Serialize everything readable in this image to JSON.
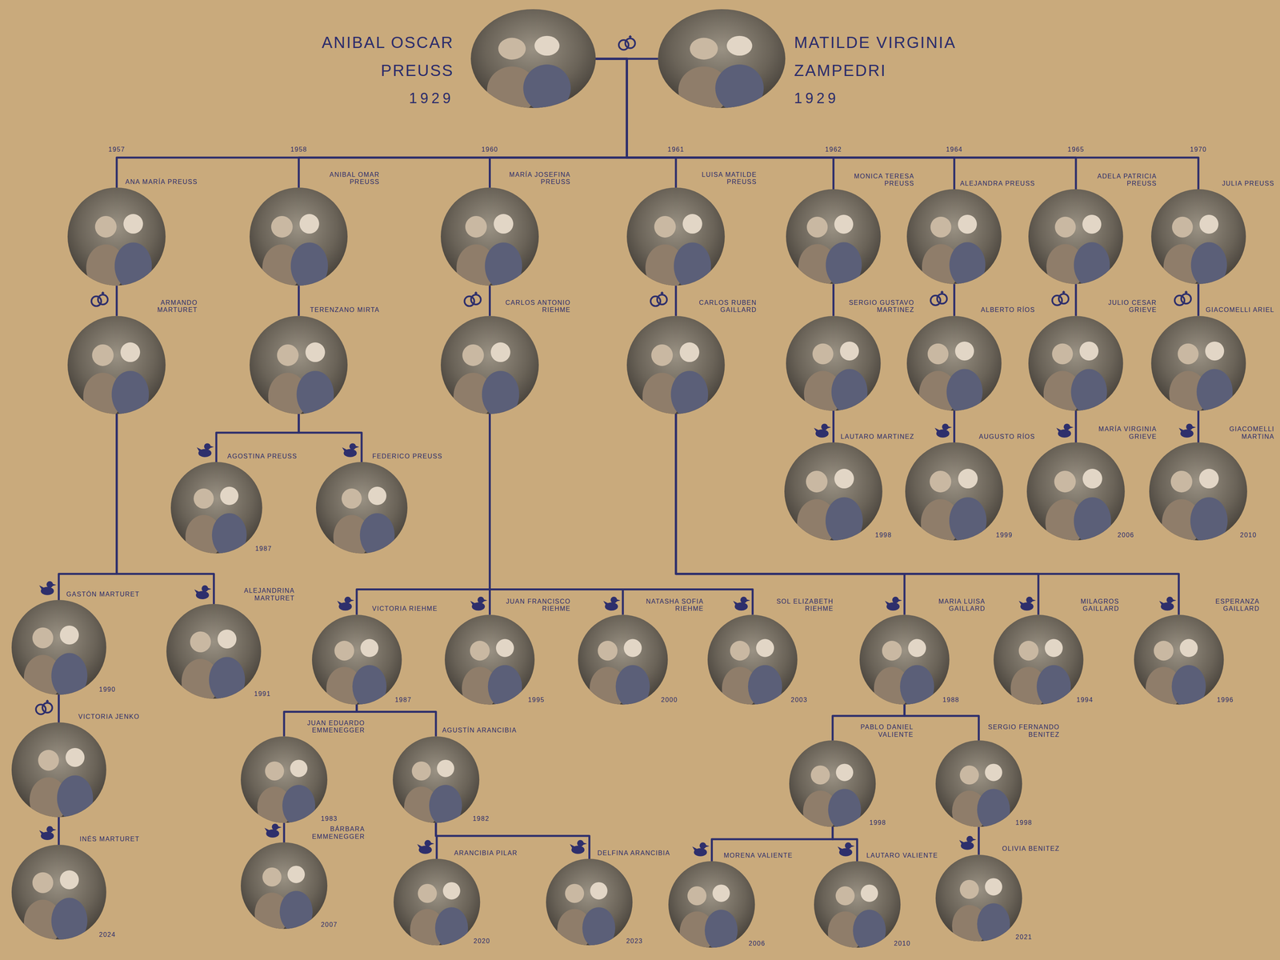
{
  "diagram": {
    "nodes": [
      {
        "text": [
          "ANIBAL OSCAR PREUSS",
          "1929"
        ]
      },
      {
        "text": [
          "MATILDE VIRGINIA ZAMPEDRI",
          "1929"
        ]
      },
      {
        "text": [
          "ANA MARÍA PREUSS",
          "1957"
        ]
      },
      {
        "text": [
          "ANIBAL OMAR PREUSS",
          "1958"
        ]
      },
      {
        "text": [
          "MARÍA JOSEFINA PREUSS",
          "1960"
        ]
      },
      {
        "text": [
          "LUISA MATILDE PREUSS",
          "1961"
        ]
      },
      {
        "text": [
          "MONICA TERESA PREUSS",
          "1962"
        ]
      },
      {
        "text": [
          "ALEJANDRA PREUSS",
          "1964"
        ]
      },
      {
        "text": [
          "ADELA PATRICIA PREUSS",
          "1965"
        ]
      },
      {
        "text": [
          "JULIA PREUSS",
          "1970"
        ]
      },
      {
        "text": [
          "ARMANDO MARTURET"
        ]
      },
      {
        "text": [
          "TERENZANO MIRTA"
        ]
      },
      {
        "text": [
          "CARLOS ANTONIO RIEHME"
        ]
      },
      {
        "text": [
          "CARLOS RUBEN GAILLARD"
        ]
      },
      {
        "text": [
          "SERGIO GUSTAVO MARTINEZ"
        ]
      },
      {
        "text": [
          "ALBERTO RÍOS"
        ]
      },
      {
        "text": [
          "JULIO CESAR GRIEVE"
        ]
      },
      {
        "text": [
          "GIACOMELLI ARIEL"
        ]
      },
      {
        "text": [
          "LAUTARO MARTINEZ",
          "1998"
        ]
      },
      {
        "text": [
          "AUGUSTO RÍOS",
          "1999"
        ]
      },
      {
        "text": [
          "MARÍA VIRGINIA GRIEVE",
          "2006"
        ]
      },
      {
        "text": [
          "GIACOMELLI MARTINA",
          "2010"
        ]
      },
      {
        "text": [
          "AGOSTINA PREUSS",
          "1987"
        ]
      },
      {
        "text": [
          "FEDERICO PREUSS"
        ]
      },
      {
        "text": [
          "GASTÓN MARTURET",
          "1990"
        ]
      },
      {
        "text": [
          "ALEJANDRINA MARTURET",
          "1991"
        ]
      },
      {
        "text": [
          "VICTORIA JENKO"
        ]
      },
      {
        "text": [
          "INÉS MARTURET",
          "2024"
        ]
      },
      {
        "text": [
          "VICTORIA RIEHME",
          "1987"
        ]
      },
      {
        "text": [
          "JUAN FRANCISCO RIEHME",
          "1995"
        ]
      },
      {
        "text": [
          "NATASHA SOFIA RIEHME",
          "2000"
        ]
      },
      {
        "text": [
          "SOL ELIZABETH RIEHME",
          "2003"
        ]
      },
      {
        "text": [
          "JUAN EDUARDO EMMENEGGER",
          "1983"
        ]
      },
      {
        "text": [
          "AGUSTÍN ARANCIBIA",
          "1982"
        ]
      },
      {
        "text": [
          "BÁRBARA EMMENEGGER",
          "2007"
        ]
      },
      {
        "text": [
          "ARANCIBIA PILAR",
          "2020"
        ]
      },
      {
        "text": [
          "DELFINA ARANCIBIA",
          "2023"
        ]
      },
      {
        "text": [
          "MARIA LUISA GAILLARD",
          "1988"
        ]
      },
      {
        "text": [
          "MILAGROS GAILLARD",
          "1994"
        ]
      },
      {
        "text": [
          "ESPERANZA GAILLARD",
          "1996"
        ]
      },
      {
        "text": [
          "PABLO DANIEL VALIENTE",
          "1998"
        ]
      },
      {
        "text": [
          "SERGIO FERNANDO BENITEZ",
          "1998"
        ]
      },
      {
        "text": [
          "MORENA VALIENTE",
          "2006"
        ]
      },
      {
        "text": [
          "LAUTARO VALIENTE",
          "2010"
        ]
      },
      {
        "text": [
          "OLIVIA BENITEZ",
          "2021"
        ]
      }
    ],
    "edges": [
      {
        "from": 0,
        "to": 1,
        "arrow": "none"
      },
      {
        "from": 0,
        "to": 2,
        "arrow": "none"
      },
      {
        "from": 0,
        "to": 3,
        "arrow": "none"
      },
      {
        "from": 0,
        "to": 4,
        "arrow": "none"
      },
      {
        "from": 0,
        "to": 5,
        "arrow": "none"
      },
      {
        "from": 0,
        "to": 6,
        "arrow": "none"
      },
      {
        "from": 0,
        "to": 7,
        "arrow": "none"
      },
      {
        "from": 0,
        "to": 8,
        "arrow": "none"
      },
      {
        "from": 0,
        "to": 9,
        "arrow": "none"
      },
      {
        "from": 2,
        "to": 10,
        "arrow": "none"
      },
      {
        "from": 3,
        "to": 11,
        "arrow": "none"
      },
      {
        "from": 4,
        "to": 12,
        "arrow": "none"
      },
      {
        "from": 5,
        "to": 13,
        "arrow": "none"
      },
      {
        "from": 6,
        "to": 14,
        "arrow": "none"
      },
      {
        "from": 7,
        "to": 15,
        "arrow": "none"
      },
      {
        "from": 8,
        "to": 16,
        "arrow": "none"
      },
      {
        "from": 9,
        "to": 17,
        "arrow": "none"
      },
      {
        "from": 14,
        "to": 18,
        "arrow": "none"
      },
      {
        "from": 15,
        "to": 19,
        "arrow": "none"
      },
      {
        "from": 16,
        "to": 20,
        "arrow": "none"
      },
      {
        "from": 17,
        "to": 21,
        "arrow": "none"
      },
      {
        "from": 11,
        "to": 22,
        "arrow": "none"
      },
      {
        "from": 11,
        "to": 23,
        "arrow": "none"
      },
      {
        "from": 10,
        "to": 24,
        "arrow": "none"
      },
      {
        "from": 10,
        "to": 25,
        "arrow": "none"
      },
      {
        "from": 24,
        "to": 26,
        "arrow": "none"
      },
      {
        "from": 26,
        "to": 27,
        "arrow": "none"
      },
      {
        "from": 12,
        "to": 28,
        "arrow": "none"
      },
      {
        "from": 12,
        "to": 29,
        "arrow": "none"
      },
      {
        "from": 12,
        "to": 30,
        "arrow": "none"
      },
      {
        "from": 12,
        "to": 31,
        "arrow": "none"
      },
      {
        "from": 28,
        "to": 32,
        "arrow": "none"
      },
      {
        "from": 28,
        "to": 33,
        "arrow": "none"
      },
      {
        "from": 32,
        "to": 34,
        "arrow": "none"
      },
      {
        "from": 33,
        "to": 35,
        "arrow": "none"
      },
      {
        "from": 33,
        "to": 36,
        "arrow": "none"
      },
      {
        "from": 13,
        "to": 37,
        "arrow": "none"
      },
      {
        "from": 13,
        "to": 38,
        "arrow": "none"
      },
      {
        "from": 13,
        "to": 39,
        "arrow": "none"
      },
      {
        "from": 37,
        "to": 40,
        "arrow": "none"
      },
      {
        "from": 37,
        "to": 41,
        "arrow": "none"
      },
      {
        "from": 40,
        "to": 42,
        "arrow": "none"
      },
      {
        "from": 40,
        "to": 43,
        "arrow": "none"
      },
      {
        "from": 41,
        "to": 44,
        "arrow": "none"
      }
    ]
  }
}
